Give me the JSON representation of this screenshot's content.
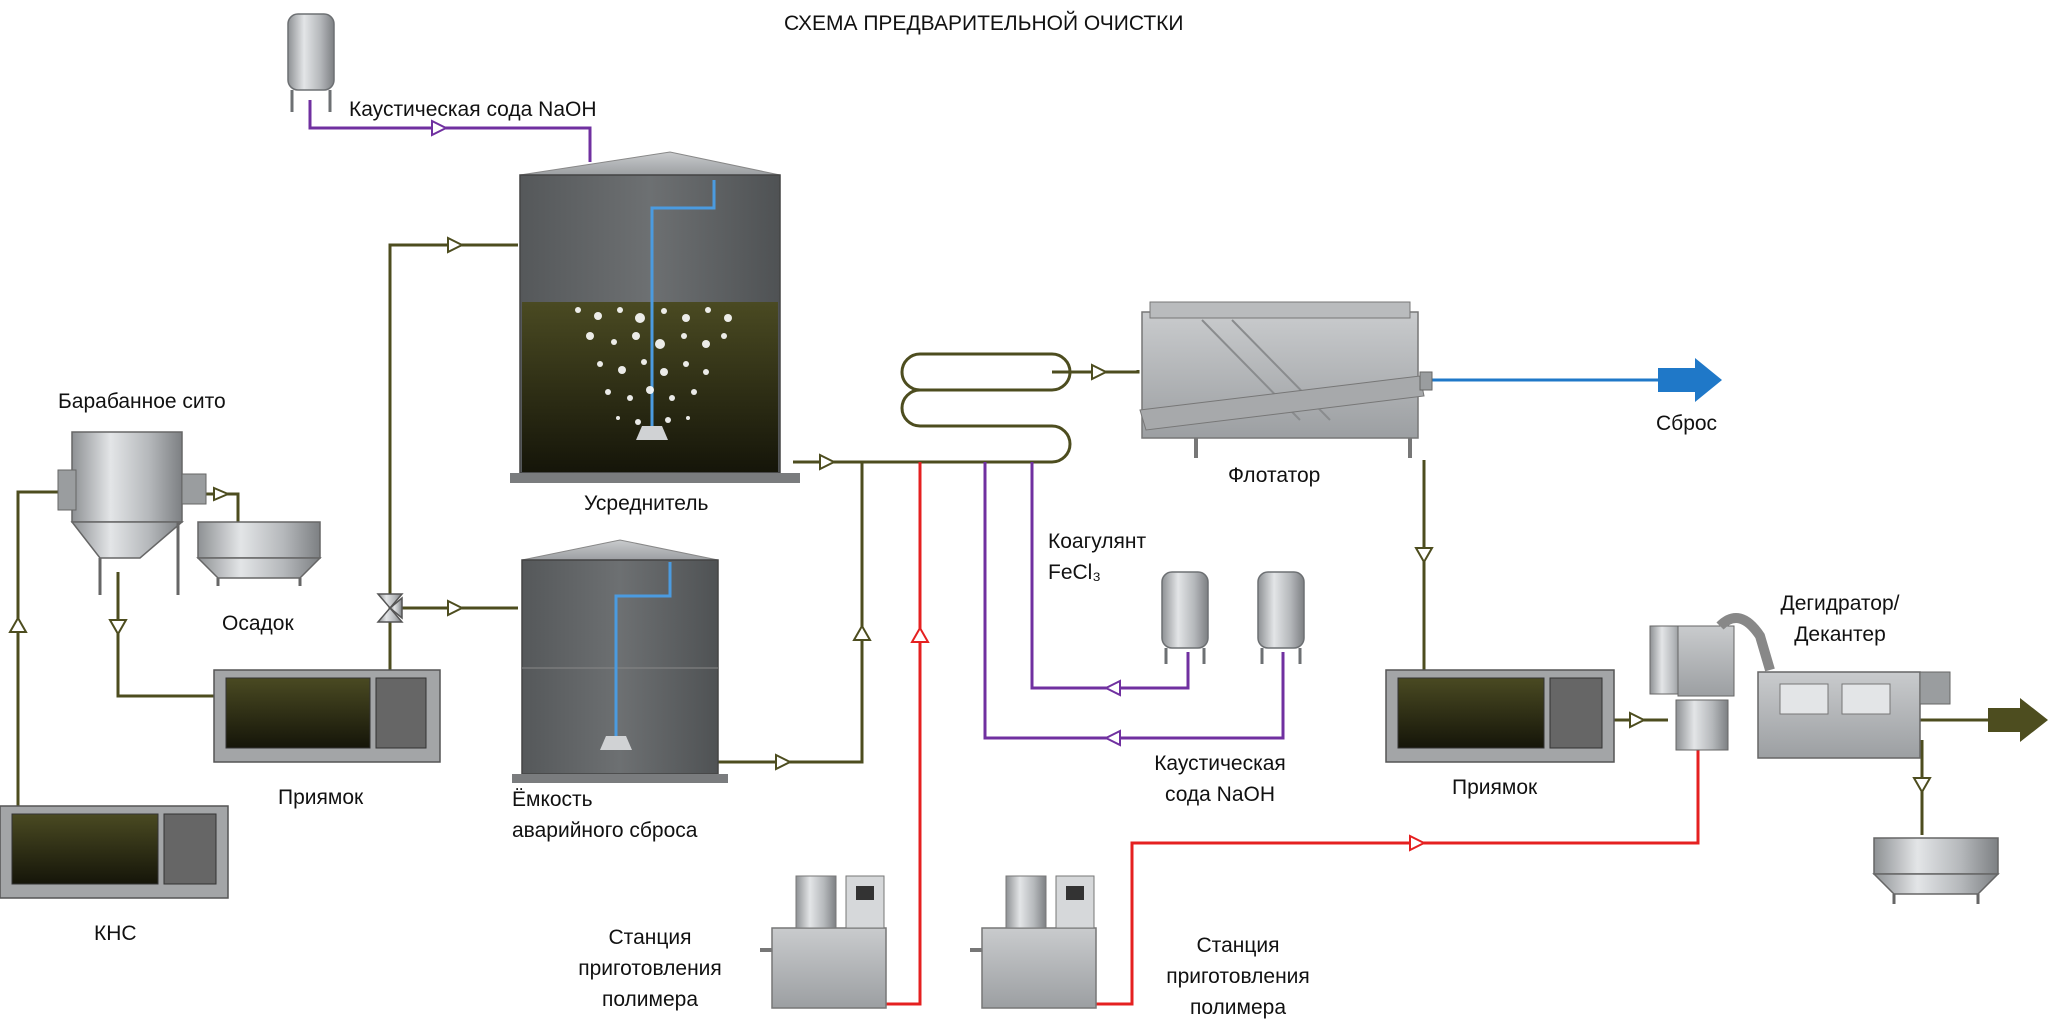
{
  "title": "СХЕМА ПРЕДВАРИТЕЛЬНОЙ ОЧИСТКИ",
  "labels": {
    "naoh_top": "Каустическая сода NaOH",
    "drum_screen": "Барабанное сито",
    "sediment": "Осадок",
    "equalizer": "Усреднитель",
    "pit_left": "Приямок",
    "emergency_1": "Ёмкость",
    "emergency_2": "аварийного сброса",
    "kns": "КНС",
    "flotator": "Флотатор",
    "discharge": "Сброс",
    "coagulant_1": "Коагулянт",
    "coagulant_2": "FeCl₃",
    "naoh_mid_1": "Каустическая",
    "naoh_mid_2": "сода NaOH",
    "pit_right": "Приямок",
    "dehydrator_1": "Дегидратор/",
    "dehydrator_2": "Декантер",
    "polymer_1_l1": "Станция",
    "polymer_1_l2": "приготовления",
    "polymer_1_l3": "полимера",
    "polymer_2_l1": "Станция",
    "polymer_2_l2": "приготовления",
    "polymer_2_l3": "полимера"
  },
  "colors": {
    "sludge_line": "#4d4d1f",
    "naoh_line": "#7030a0",
    "polymer_line": "#e52020",
    "water_line": "#1f78c8",
    "tank_liquid": "#3a3a1c",
    "equipment_gray": "#a9abad"
  }
}
